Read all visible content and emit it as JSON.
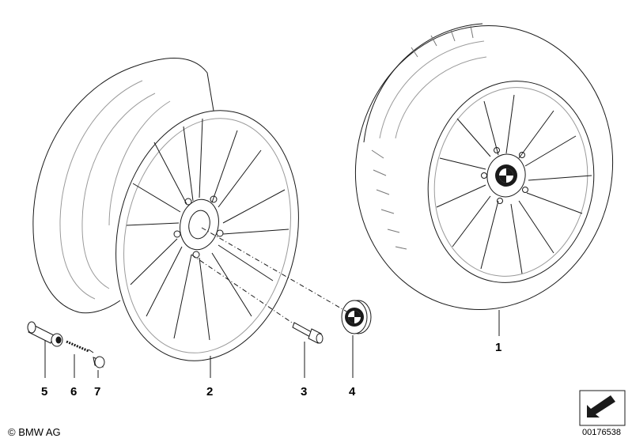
{
  "callouts": [
    "1",
    "2",
    "3",
    "4",
    "5",
    "6",
    "7"
  ],
  "copyright": "© BMW AG",
  "doc_number": "00176538",
  "colors": {
    "line": "#1a1a1a",
    "light_line": "#9a9a9a",
    "logo_blue": "#1c66b0"
  },
  "icons": [
    "bmw-roundel-icon",
    "view-arrow-icon"
  ]
}
